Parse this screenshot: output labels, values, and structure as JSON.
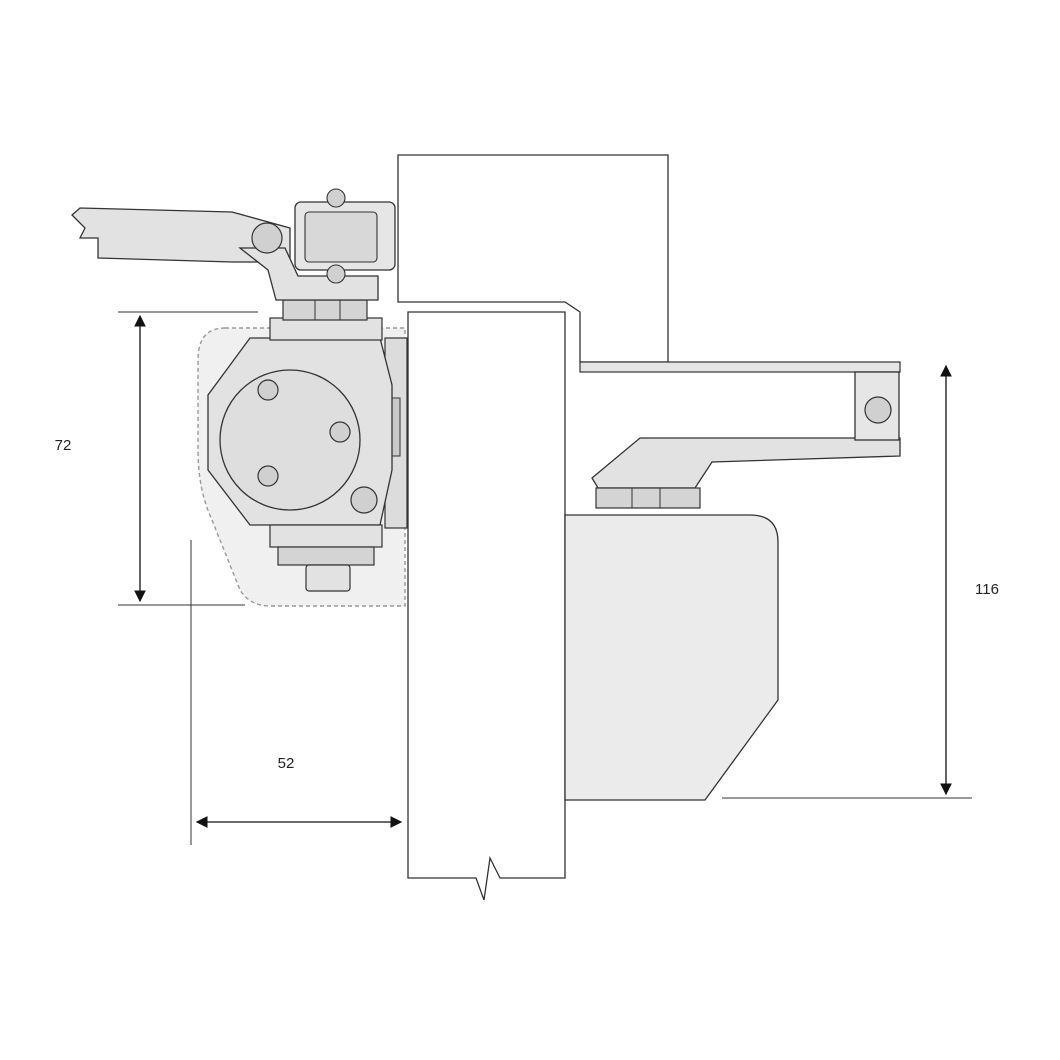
{
  "dimensions": {
    "height_left": "72",
    "height_right": "116",
    "width_bottom": "52"
  },
  "colors": {
    "part_fill": "#e2e2e2",
    "part_fill_light": "#ebebeb",
    "part_fill_dark": "#c9c9c9",
    "outline": "#333333",
    "dashed_zone": "#f0f0f0",
    "frame_fill": "#ffffff"
  }
}
